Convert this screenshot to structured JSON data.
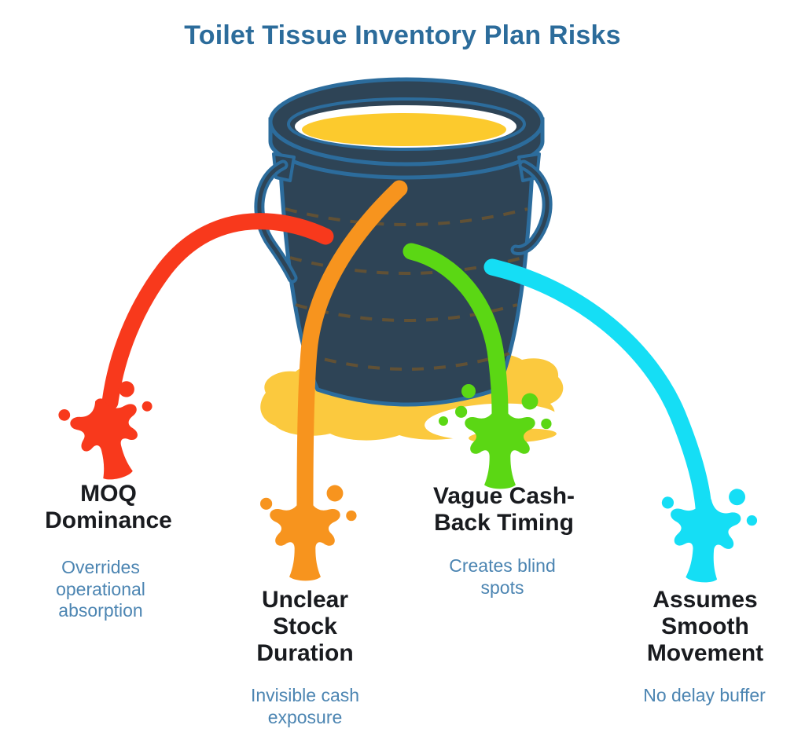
{
  "title": {
    "text": "Toilet Tissue Inventory Plan Risks",
    "color": "#2c6c9b"
  },
  "bucket": {
    "name": "leaking bucket of toilet tissue inventory",
    "body_color": "#2e4456",
    "outline_color": "#2c6c9c",
    "liquid_color": "#fcca2d",
    "puddle_color": "#fbc93e",
    "ring_dash_color": "#6b5430"
  },
  "text_colors": {
    "heading": "#191b1f",
    "description": "#4c85b2"
  },
  "risks": [
    {
      "label": "MOQ\nDominance",
      "description": "Overrides\noperational\nabsorption",
      "leak_color": "#f8391c"
    },
    {
      "label": "Unclear\nStock\nDuration",
      "description": "Invisible cash\nexposure",
      "leak_color": "#f7941e"
    },
    {
      "label": "Vague Cash-\nBack Timing",
      "description": "Creates blind\nspots",
      "leak_color": "#5bd714"
    },
    {
      "label": "Assumes\nSmooth\nMovement",
      "description": "No delay buffer",
      "leak_color": "#15def5"
    }
  ]
}
